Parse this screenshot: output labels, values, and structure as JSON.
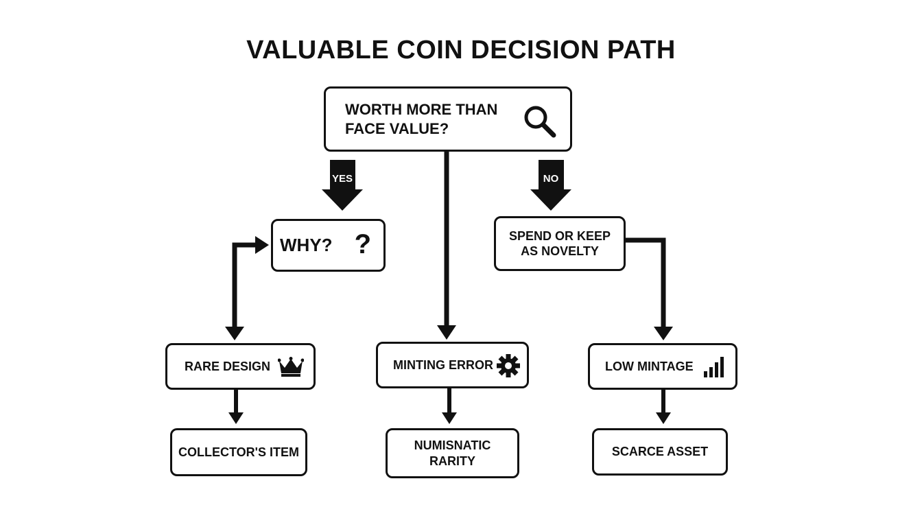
{
  "title": "VALUABLE COIN DECISION PATH",
  "nodes": {
    "root": "WORTH MORE THAN FACE VALUE?",
    "why": "WHY?",
    "spend": "SPEND OR KEEP AS NOVELTY",
    "rare_design": "RARE DESIGN",
    "minting_error": "MINTING ERROR",
    "low_mintage": "LOW MINTAGE",
    "collectors_item": "COLLECTOR'S ITEM",
    "numismatic_rarity": "NUMISNATIC RARITY",
    "scarce_asset": "SCARCE ASSET"
  },
  "branches": {
    "yes": "YES",
    "no": "NO"
  },
  "icons": {
    "root": "magnifying-glass-icon",
    "why": "question-mark-icon",
    "rare_design": "crown-icon",
    "minting_error": "gear-icon",
    "low_mintage": "bar-chart-icon"
  }
}
